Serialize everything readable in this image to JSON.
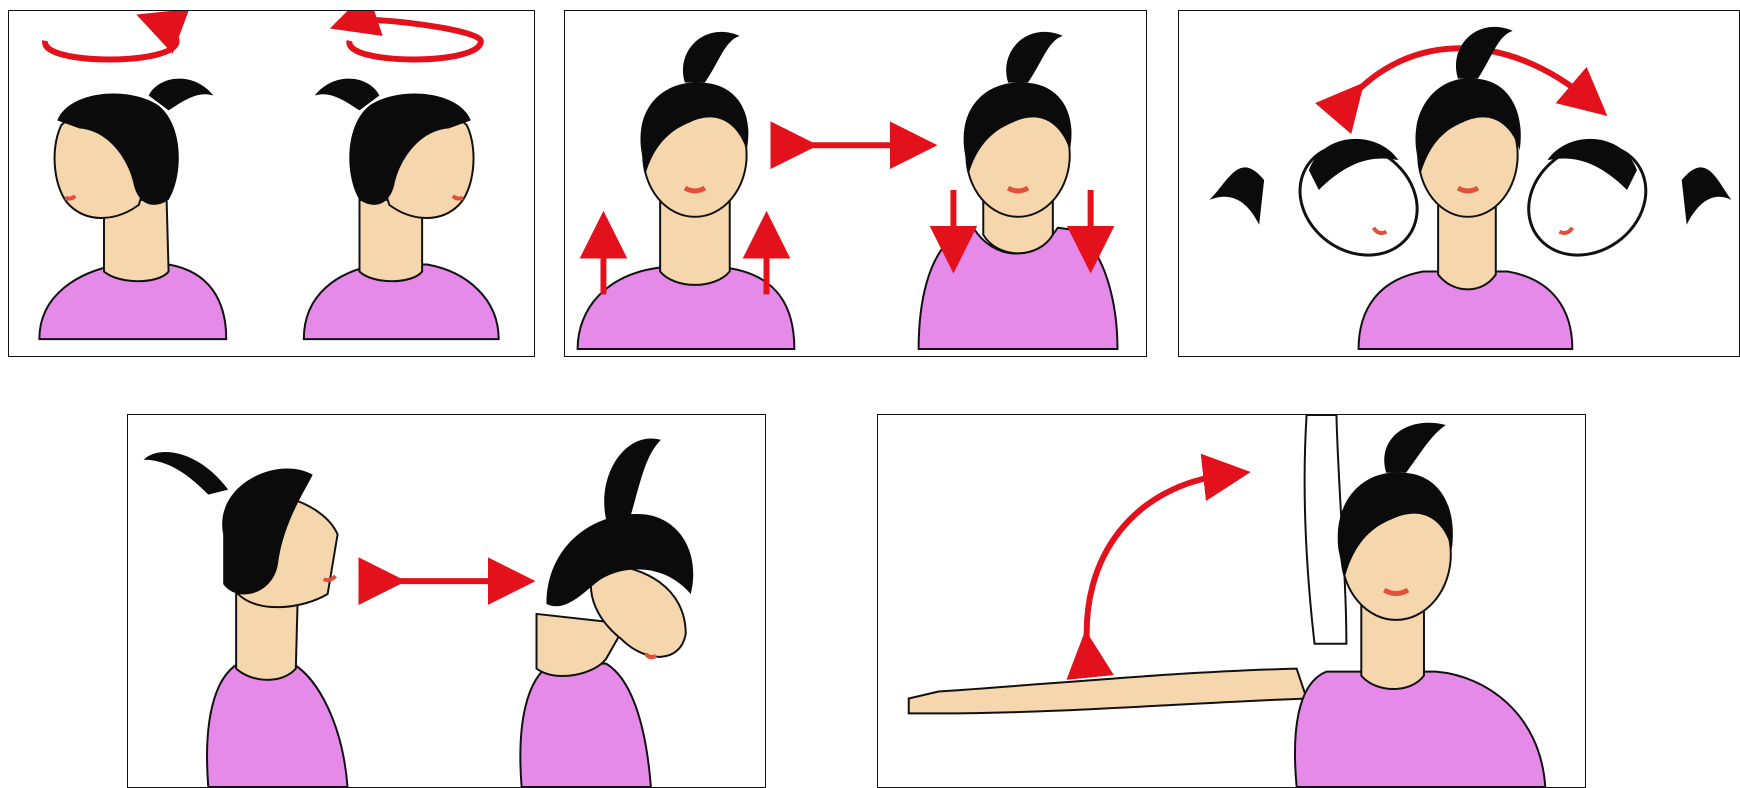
{
  "colors": {
    "hair": "#0b0b0b",
    "skin": "#f6d7ad",
    "shirt": "#e58ae8",
    "arrow": "#e3111b",
    "lips": "#e0503a",
    "outline": "#111111"
  },
  "panels": [
    {
      "exercise": "head-rotation",
      "icon": "circular-arrow-icon"
    },
    {
      "exercise": "shoulder-shrug",
      "icon": "up-down-arrows-icon"
    },
    {
      "exercise": "neck-side-tilt",
      "icon": "curved-double-arrow-icon"
    },
    {
      "exercise": "neck-forward-bend",
      "icon": "double-arrow-icon"
    },
    {
      "exercise": "arm-raise",
      "icon": "curved-double-arrow-icon"
    }
  ]
}
